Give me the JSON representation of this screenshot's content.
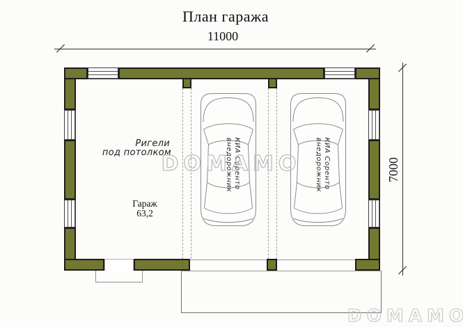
{
  "title": "План гаража",
  "dimensions": {
    "width": "11000",
    "height": "7000"
  },
  "room": {
    "name": "Гараж",
    "area": "63,2"
  },
  "beam_note": {
    "line1": "Ригели",
    "line2": "под потолком"
  },
  "cars": [
    {
      "line1": "КИА Соренто",
      "line2": "внедорожник"
    },
    {
      "line1": "КИА Соренто",
      "line2": "внедорожник"
    }
  ],
  "watermark": {
    "center": "DOMAMO",
    "bottom": "DOMAMO"
  },
  "colors": {
    "wall": "#737830",
    "outline": "#1c1c1c",
    "watermark_center": "#bdbdbd",
    "watermark_bottom": "#c6c6c6",
    "car_line": "#8a8a8a",
    "dash_line": "#9e9e9e"
  }
}
